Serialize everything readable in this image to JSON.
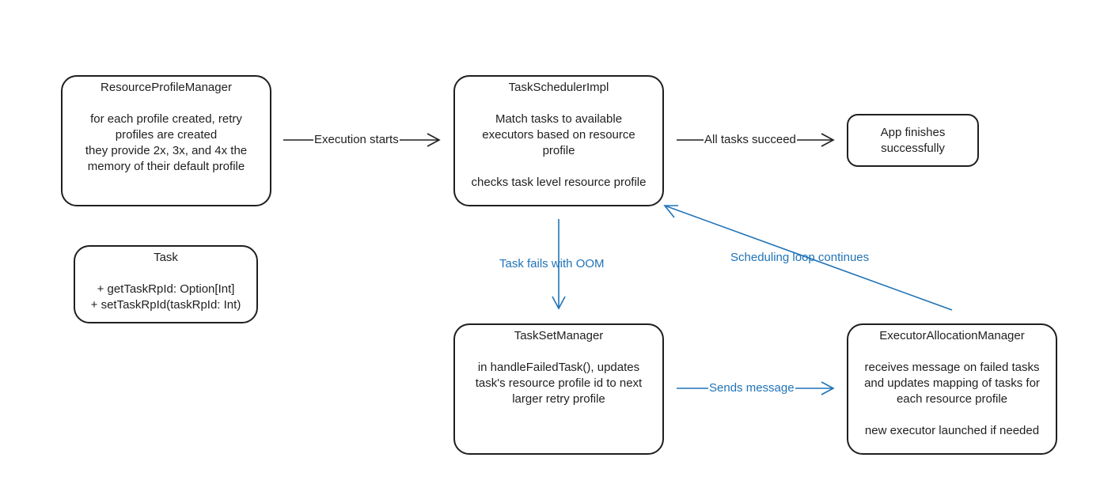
{
  "colors": {
    "stroke": "#1f1f1f",
    "accent": "#1f73b7",
    "background": "#ffffff"
  },
  "nodes": {
    "resource_profile_manager": {
      "title": "ResourceProfileManager",
      "lines": [
        "for each profile created, retry",
        "profiles are created",
        "they provide 2x, 3x, and 4x the",
        "memory of their default profile"
      ]
    },
    "task": {
      "title": "Task",
      "lines": [
        "+ getTaskRpId: Option[Int]",
        "+ setTaskRpId(taskRpId: Int)"
      ]
    },
    "task_scheduler_impl": {
      "title": "TaskSchedulerImpl",
      "lines": [
        "Match tasks to available",
        "executors based on resource",
        "profile"
      ],
      "lines2": [
        "checks task level resource profile"
      ]
    },
    "app_finishes": {
      "lines": [
        "App finishes",
        "successfully"
      ]
    },
    "task_set_manager": {
      "title": "TaskSetManager",
      "lines": [
        "in handleFailedTask(), updates",
        "task's resource profile id to next",
        "larger retry profile"
      ]
    },
    "executor_allocation_manager": {
      "title": "ExecutorAllocationManager",
      "lines": [
        "receives message on failed tasks",
        "and updates mapping of tasks for",
        "each resource profile"
      ],
      "lines2": [
        "new executor launched if needed"
      ]
    }
  },
  "edges": {
    "execution_starts": "Execution starts",
    "all_tasks_succeed": "All tasks succeed",
    "task_fails_oom": "Task fails with OOM",
    "sends_message": "Sends message",
    "scheduling_loop": "Scheduling loop continues"
  }
}
